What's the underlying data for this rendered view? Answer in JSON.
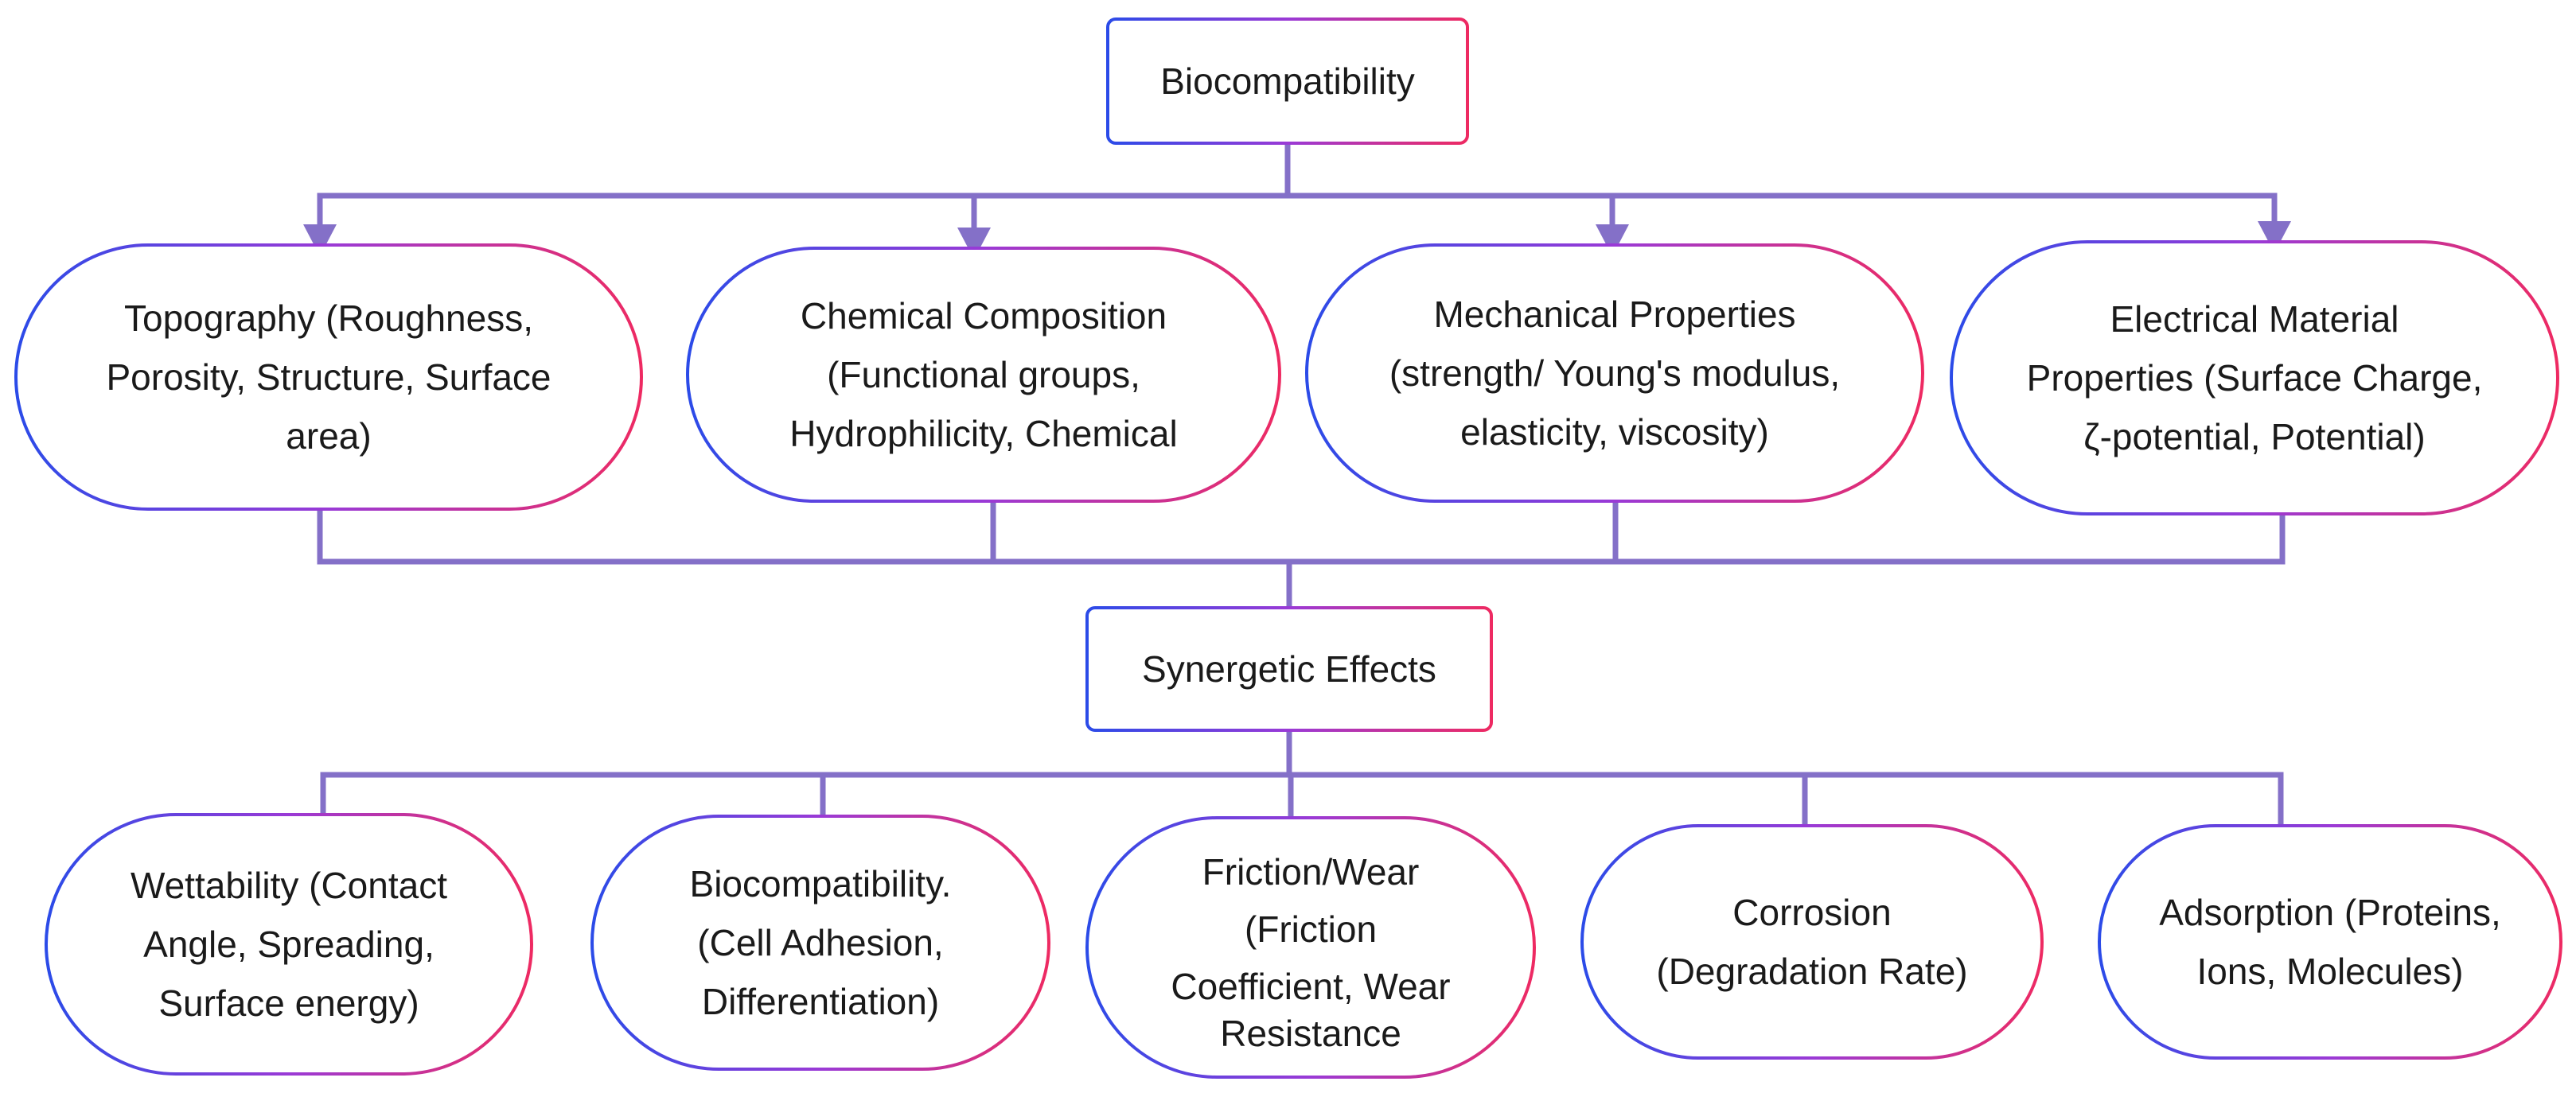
{
  "colors": {
    "connector": "#8470c8",
    "border_start": "#2b4be8",
    "border_mid": "#9a3ad6",
    "border_end": "#ee2a62",
    "text": "#1a1a1a"
  },
  "root": {
    "label": "Biocompatibility"
  },
  "properties": [
    {
      "lines": [
        "Topography (Roughness,",
        "Porosity, Structure, Surface",
        "area)"
      ]
    },
    {
      "lines": [
        "Chemical Composition",
        "(Functional groups,",
        "Hydrophilicity, Chemical"
      ]
    },
    {
      "lines": [
        "Mechanical Properties",
        "(strength/ Young's modulus,",
        "elasticity, viscosity)"
      ]
    },
    {
      "lines": [
        "Electrical Material",
        "Properties (Surface Charge,",
        "ζ-potential, Potential)"
      ]
    }
  ],
  "hub": {
    "label": "Synergetic Effects"
  },
  "effects": [
    {
      "lines": [
        "Wettability (Contact",
        "Angle, Spreading,",
        "Surface energy)"
      ]
    },
    {
      "lines": [
        "Biocompatibility.",
        "(Cell Adhesion,",
        "Differentiation)"
      ]
    },
    {
      "lines": [
        "Friction/Wear",
        "(Friction",
        "Coefficient, Wear",
        "Resistance"
      ]
    },
    {
      "lines": [
        "Corrosion",
        "(Degradation Rate)"
      ]
    },
    {
      "lines": [
        "Adsorption (Proteins,",
        "Ions, Molecules)"
      ]
    }
  ]
}
